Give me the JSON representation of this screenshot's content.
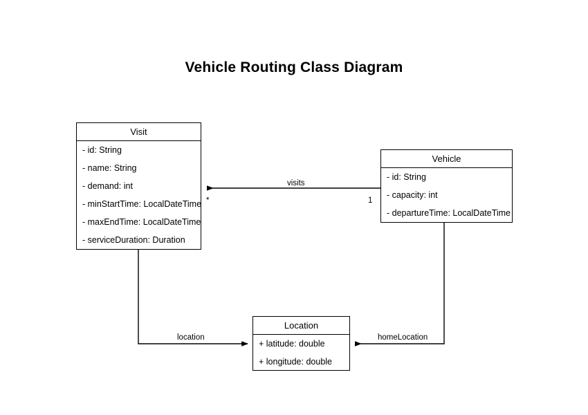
{
  "diagram": {
    "title": "Vehicle Routing Class Diagram",
    "type": "uml-class-diagram",
    "background_color": "#ffffff",
    "line_color": "#000000",
    "text_color": "#000000"
  },
  "classes": [
    {
      "id": "visit",
      "name": "Visit",
      "attributes": [
        "- id: String",
        "- name: String",
        "- demand: int",
        "- minStartTime: LocalDateTime",
        "- maxEndTime: LocalDateTime",
        "- serviceDuration: Duration"
      ]
    },
    {
      "id": "vehicle",
      "name": "Vehicle",
      "attributes": [
        "- id: String",
        "- capacity: int",
        "- departureTime: LocalDateTime"
      ]
    },
    {
      "id": "location",
      "name": "Location",
      "attributes": [
        "+ latitude: double",
        "+ longitude: double"
      ]
    }
  ],
  "relationships": [
    {
      "id": "visits",
      "label": "visits",
      "from": "Vehicle",
      "to": "Visit",
      "source_multiplicity": "1",
      "target_multiplicity": "*"
    },
    {
      "id": "location",
      "label": "location",
      "from": "Visit",
      "to": "Location",
      "source_multiplicity": "",
      "target_multiplicity": ""
    },
    {
      "id": "homeLocation",
      "label": "homeLocation",
      "from": "Vehicle",
      "to": "Location",
      "source_multiplicity": "",
      "target_multiplicity": ""
    }
  ]
}
